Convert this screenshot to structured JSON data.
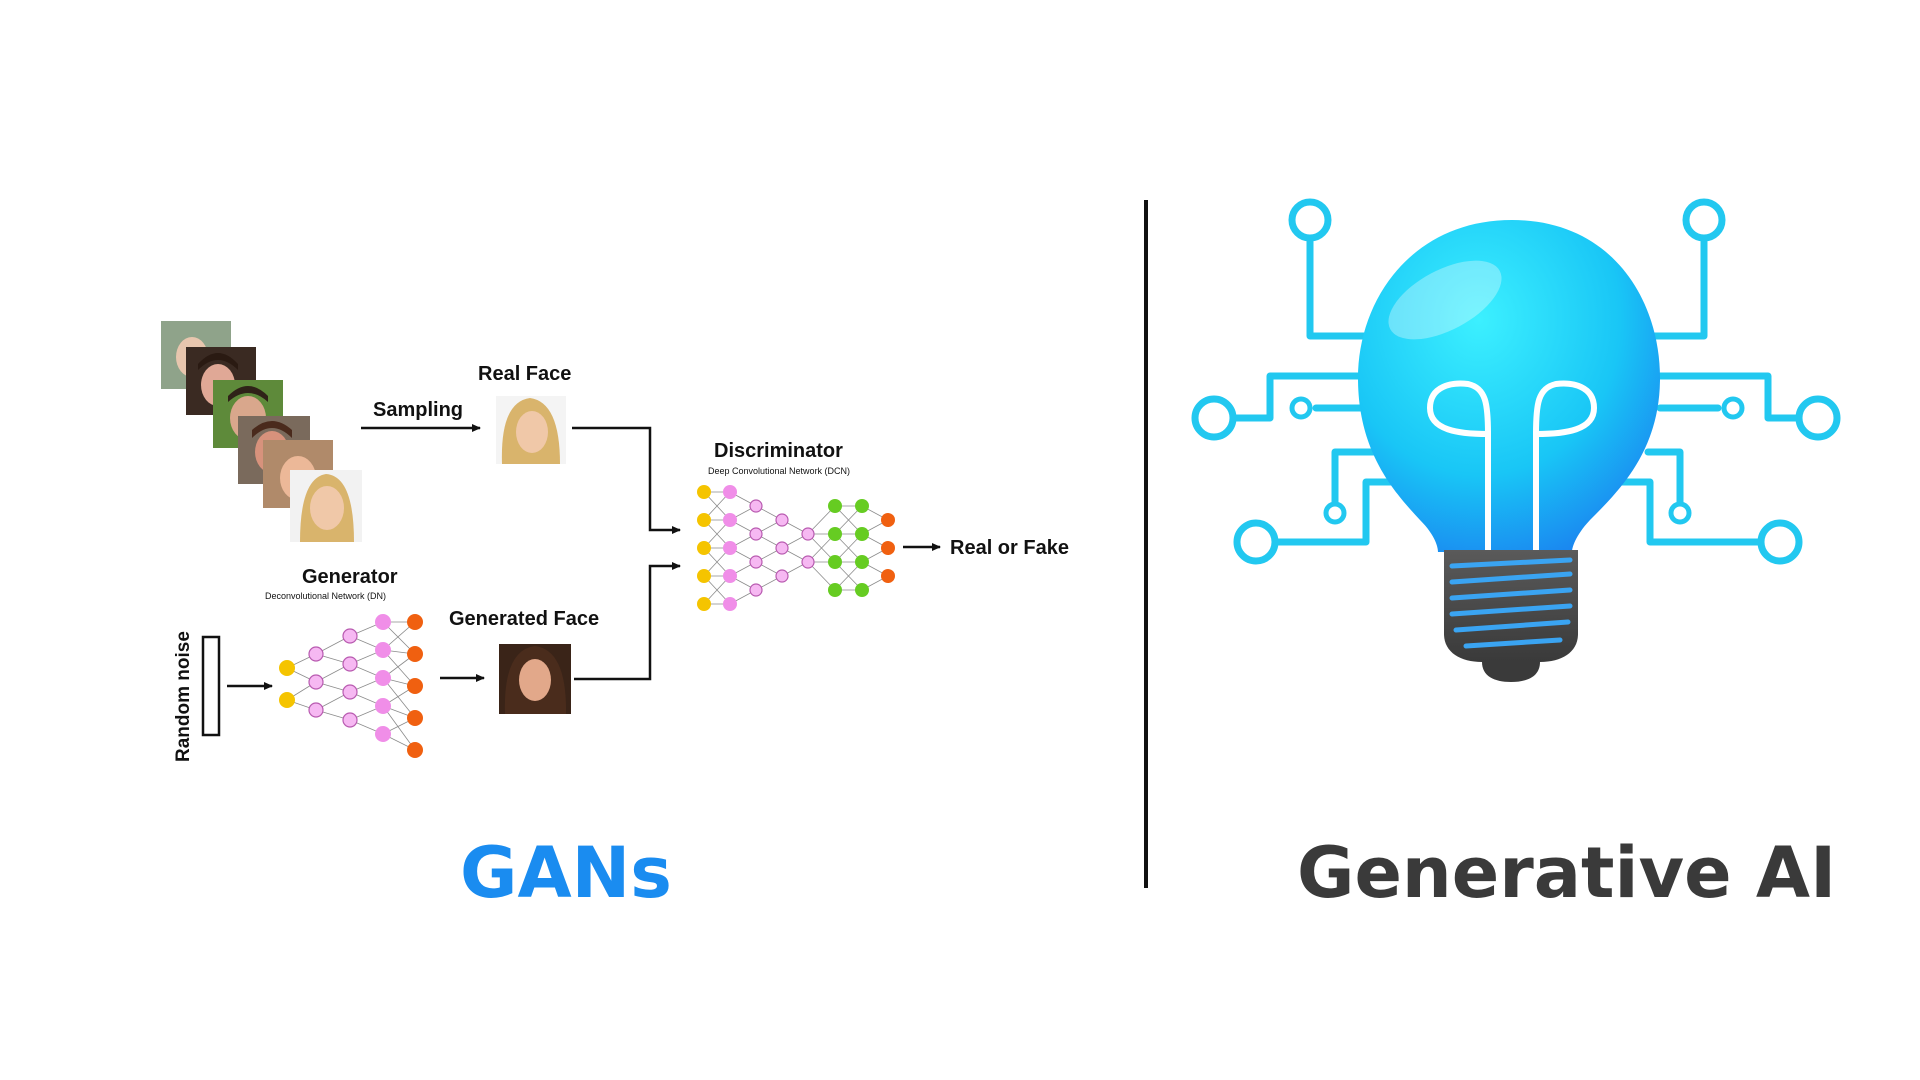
{
  "colors": {
    "accent_blue": "#1a8cf0",
    "dark_text": "#3a3a3a",
    "node_yellow": "#f5c400",
    "node_pink": "#f08ee8",
    "node_green": "#66cc22",
    "node_orange": "#f06010",
    "bulb_cyan": "#19d8f8",
    "bulb_blue": "#1a7cf2",
    "circuit": "#22c8f0"
  },
  "gans_diagram": {
    "sampling_label": "Sampling",
    "real_face_label": "Real Face",
    "discriminator_label": "Discriminator",
    "discriminator_sub": "Deep Convolutional Network (DCN)",
    "generator_label": "Generator",
    "generator_sub": "Deconvolutional Network (DN)",
    "generated_face_label": "Generated Face",
    "random_noise_label": "Random noise",
    "output_label": "Real or Fake"
  },
  "captions": {
    "left": "GANs",
    "right": "Generative AI"
  },
  "icons": {
    "bulb": "circuit-lightbulb-icon",
    "faces": "face-photo-icon"
  }
}
